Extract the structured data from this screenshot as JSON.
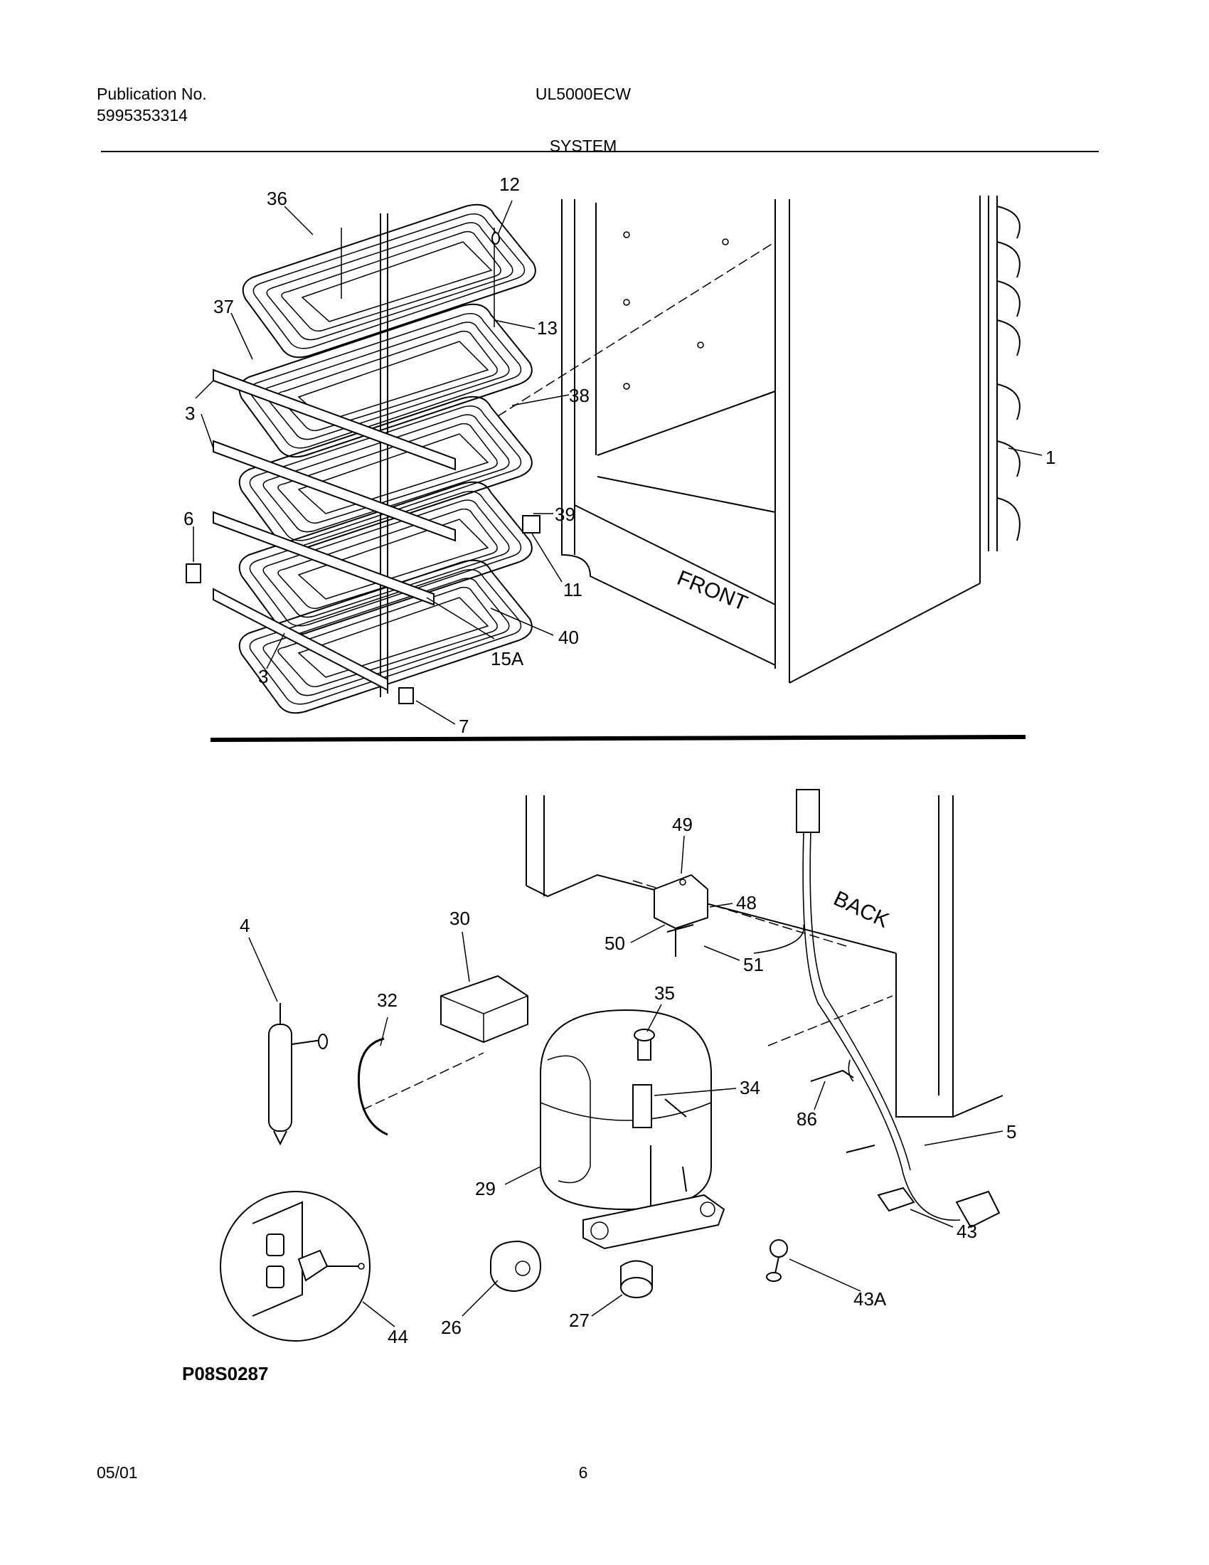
{
  "header": {
    "publication_label": "Publication No.",
    "publication_number": "5995353314",
    "model": "UL5000ECW",
    "section_title": "SYSTEM"
  },
  "diagram": {
    "top_labels": [
      "36",
      "12",
      "37",
      "13",
      "38",
      "3",
      "1",
      "6",
      "39",
      "11",
      "40",
      "15A",
      "3",
      "7"
    ],
    "cabinet_label_front": "FRONT",
    "bottom_labels": [
      "49",
      "48",
      "4",
      "30",
      "50",
      "51",
      "32",
      "35",
      "34",
      "86",
      "5",
      "29",
      "43",
      "44",
      "26",
      "27",
      "43A"
    ],
    "cabinet_label_back": "BACK"
  },
  "figure_code": "P08S0287",
  "footer": {
    "date": "05/01",
    "page": "6"
  }
}
